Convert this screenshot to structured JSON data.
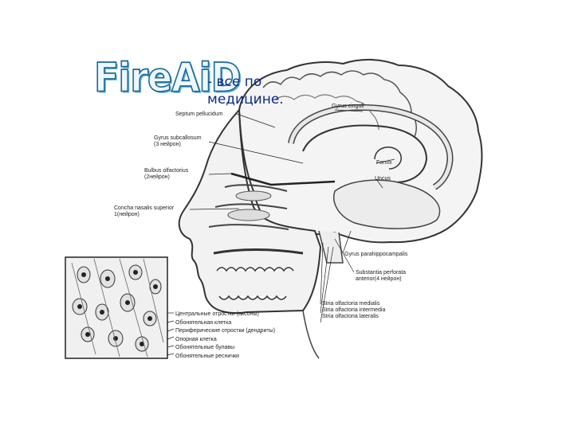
{
  "logo": {
    "text": "FireAiD"
  },
  "tagline": {
    "line1": "- все по",
    "line2": "медицине."
  },
  "labels": {
    "septum": "Septum pellucidum",
    "gyrus_sub_1": "Gyrus subcallosum",
    "gyrus_sub_2": "(3 нейрон)",
    "bulbus_1": "Bulbus olfactorius",
    "bulbus_2": "(2нейрон)",
    "concha_1": "Concha nasalis superior",
    "concha_2": "1(нейрон)",
    "gyrus_cinguli": "Gyrus cinguli",
    "fornix": "Fornix",
    "uncus": "Uncus",
    "gyrus_para": "Gyrus parahippocampalis",
    "subst_1": "Substantia perforata",
    "subst_2": "anterior(4 нейрон)",
    "stria_med": "Stria olfactoria medialis",
    "stria_int": "Stria olfactoria intermedia",
    "stria_lat": "Stria olfactoria lateralis",
    "epi_1": "Центральные отростки (аксоны)",
    "epi_2": "Обонятельная клетка",
    "epi_3": "Периферические отростки (дендриты)",
    "epi_4": "Опорная клетка",
    "epi_5": "Обонятельные булавы",
    "epi_6": "Обонятельные реснички"
  }
}
